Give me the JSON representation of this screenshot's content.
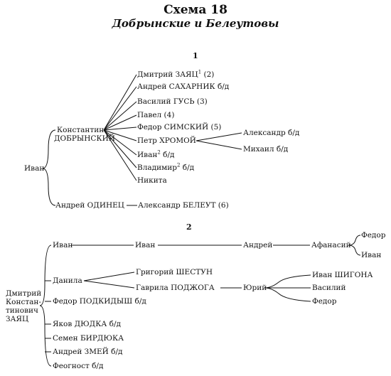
{
  "title": "Схема 18",
  "subtitle": "Добрынские и Белеутовы",
  "scheme1": {
    "number": "1",
    "ivan": "Иван",
    "konstantin_1": "Константин",
    "konstantin_2": "ДОБРЫНСКИЙ",
    "children": [
      {
        "text": "Дмитрий ЗАЯЦ",
        "sup": "1",
        "suffix": " (2)"
      },
      {
        "text": "Андрей САХАРНИК б/д",
        "sup": "",
        "suffix": ""
      },
      {
        "text": "Василий ГУСЬ (3)",
        "sup": "",
        "suffix": ""
      },
      {
        "text": "Павел (4)",
        "sup": "",
        "suffix": ""
      },
      {
        "text": "Федор СИМСКИЙ (5)",
        "sup": "",
        "suffix": ""
      },
      {
        "text": "Петр ХРОМОЙ",
        "sup": "",
        "suffix": ""
      },
      {
        "text": "Иван",
        "sup": "2",
        "suffix": " б/д"
      },
      {
        "text": "Владимир",
        "sup": "2",
        "suffix": " б/д"
      },
      {
        "text": "Никита",
        "sup": "",
        "suffix": ""
      }
    ],
    "petr_children": [
      "Александр б/д",
      "Михаил б/д"
    ],
    "andrei": "Андрей ОДИНЕЦ",
    "aleksandr_beleut": "Александр БЕЛЕУТ (6)"
  },
  "scheme2": {
    "number": "2",
    "dmitry": [
      "Дмитрий",
      "Констан-",
      "тинович",
      "ЗАЯЦ"
    ],
    "children": [
      "Иван",
      "Данила",
      "Федор ПОДКИДЫШ б/д",
      "Яков ДЮДКА б/д",
      "Семен БИРДЮКА",
      "Андрей ЗМЕЙ б/д",
      "Феогност б/д"
    ],
    "ivan_line": [
      "Иван",
      "Андрей",
      "Афанасий"
    ],
    "afanasy_children": [
      "Федор",
      "Иван"
    ],
    "danila_children": [
      "Григорий ШЕСТУН",
      "Гаврила ПОДЖОГА"
    ],
    "yuri": "Юрий",
    "yuri_children": [
      "Иван ШИГОНА",
      "Василий",
      "Федор"
    ]
  }
}
